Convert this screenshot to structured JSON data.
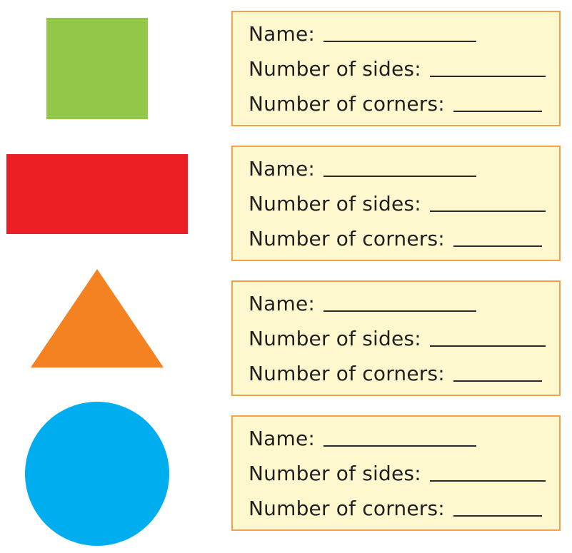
{
  "colors": {
    "square": "#92c74a",
    "rectangle": "#ec1f27",
    "triangle": "#f58220",
    "circle": "#00adef",
    "card_fill": "#fff8cf",
    "card_border": "#f5a04a"
  },
  "shapes": [
    {
      "icon": "square-shape"
    },
    {
      "icon": "rectangle-shape"
    },
    {
      "icon": "triangle-shape"
    },
    {
      "icon": "circle-shape"
    }
  ],
  "cards": [
    {
      "name_label": "Name:",
      "sides_label": "Number of sides:",
      "corners_label": "Number of corners:"
    },
    {
      "name_label": "Name:",
      "sides_label": "Number of sides:",
      "corners_label": "Number of corners:"
    },
    {
      "name_label": "Name:",
      "sides_label": "Number of sides:",
      "corners_label": "Number of corners:"
    },
    {
      "name_label": "Name:",
      "sides_label": "Number of sides:",
      "corners_label": "Number of corners:"
    }
  ]
}
